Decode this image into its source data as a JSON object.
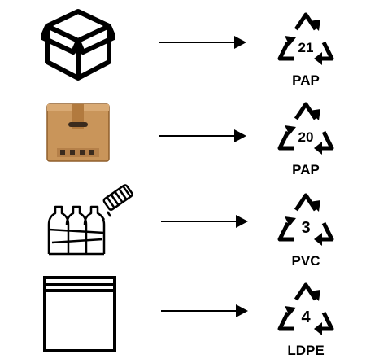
{
  "rows": [
    {
      "item_icon": "open-cardboard-box-icon",
      "code": "21",
      "abbr": "PAP"
    },
    {
      "item_icon": "cardboard-shipping-box-icon",
      "code": "20",
      "abbr": "PAP"
    },
    {
      "item_icon": "shrink-wrapped-bottles-icon",
      "code": "3",
      "abbr": "PVC"
    },
    {
      "item_icon": "plastic-bag-icon",
      "code": "4",
      "abbr": "LDPE"
    }
  ],
  "colors": {
    "stroke": "#000000",
    "cardboard": "#c9955a",
    "cardboard_dark": "#a8733d",
    "tape": "#b27a3e"
  }
}
